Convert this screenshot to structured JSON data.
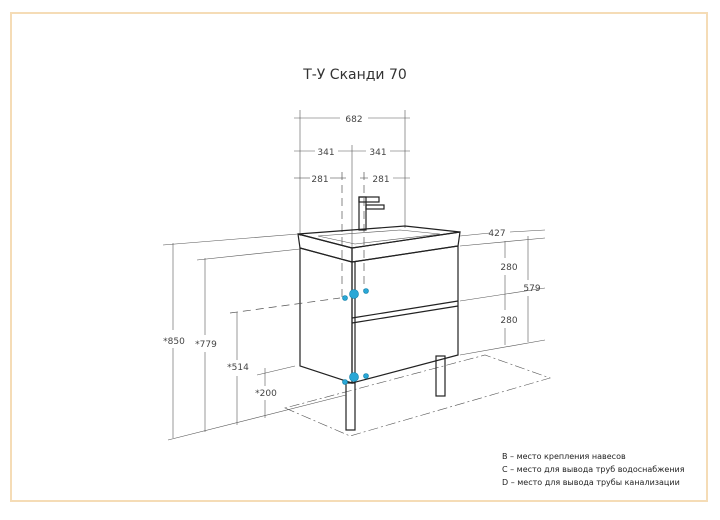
{
  "title": "Т-У Сканди 70",
  "dimensions": {
    "total_width": "682",
    "half_left": "341",
    "half_right": "341",
    "offset_left": "281",
    "offset_right": "281",
    "depth": "427",
    "drawer_upper": "280",
    "drawer_lower": "280",
    "body_height": "579",
    "height_850": "*850",
    "height_779": "*779",
    "height_514": "*514",
    "height_200": "*200"
  },
  "legend": [
    "B – место крепления навесов",
    "C – место для вывода труб водоснабжения",
    "D – место для вывода трубы канализации"
  ],
  "colors": {
    "frame": "#f5dcb6",
    "markers": "#2aa7d6"
  }
}
